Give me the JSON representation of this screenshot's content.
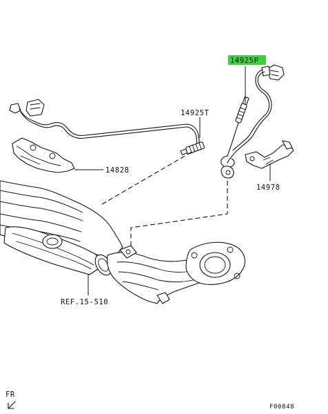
{
  "callouts": {
    "p14925p": "14925P",
    "p14925t": "14925T",
    "p14828": "14828",
    "p14978": "14978",
    "ref": "REF.15-510"
  },
  "highlight_color": "#3cd23c",
  "direction_label": "FR",
  "direction_icon": "arrow-down-left-icon",
  "figure_code": "F00848"
}
